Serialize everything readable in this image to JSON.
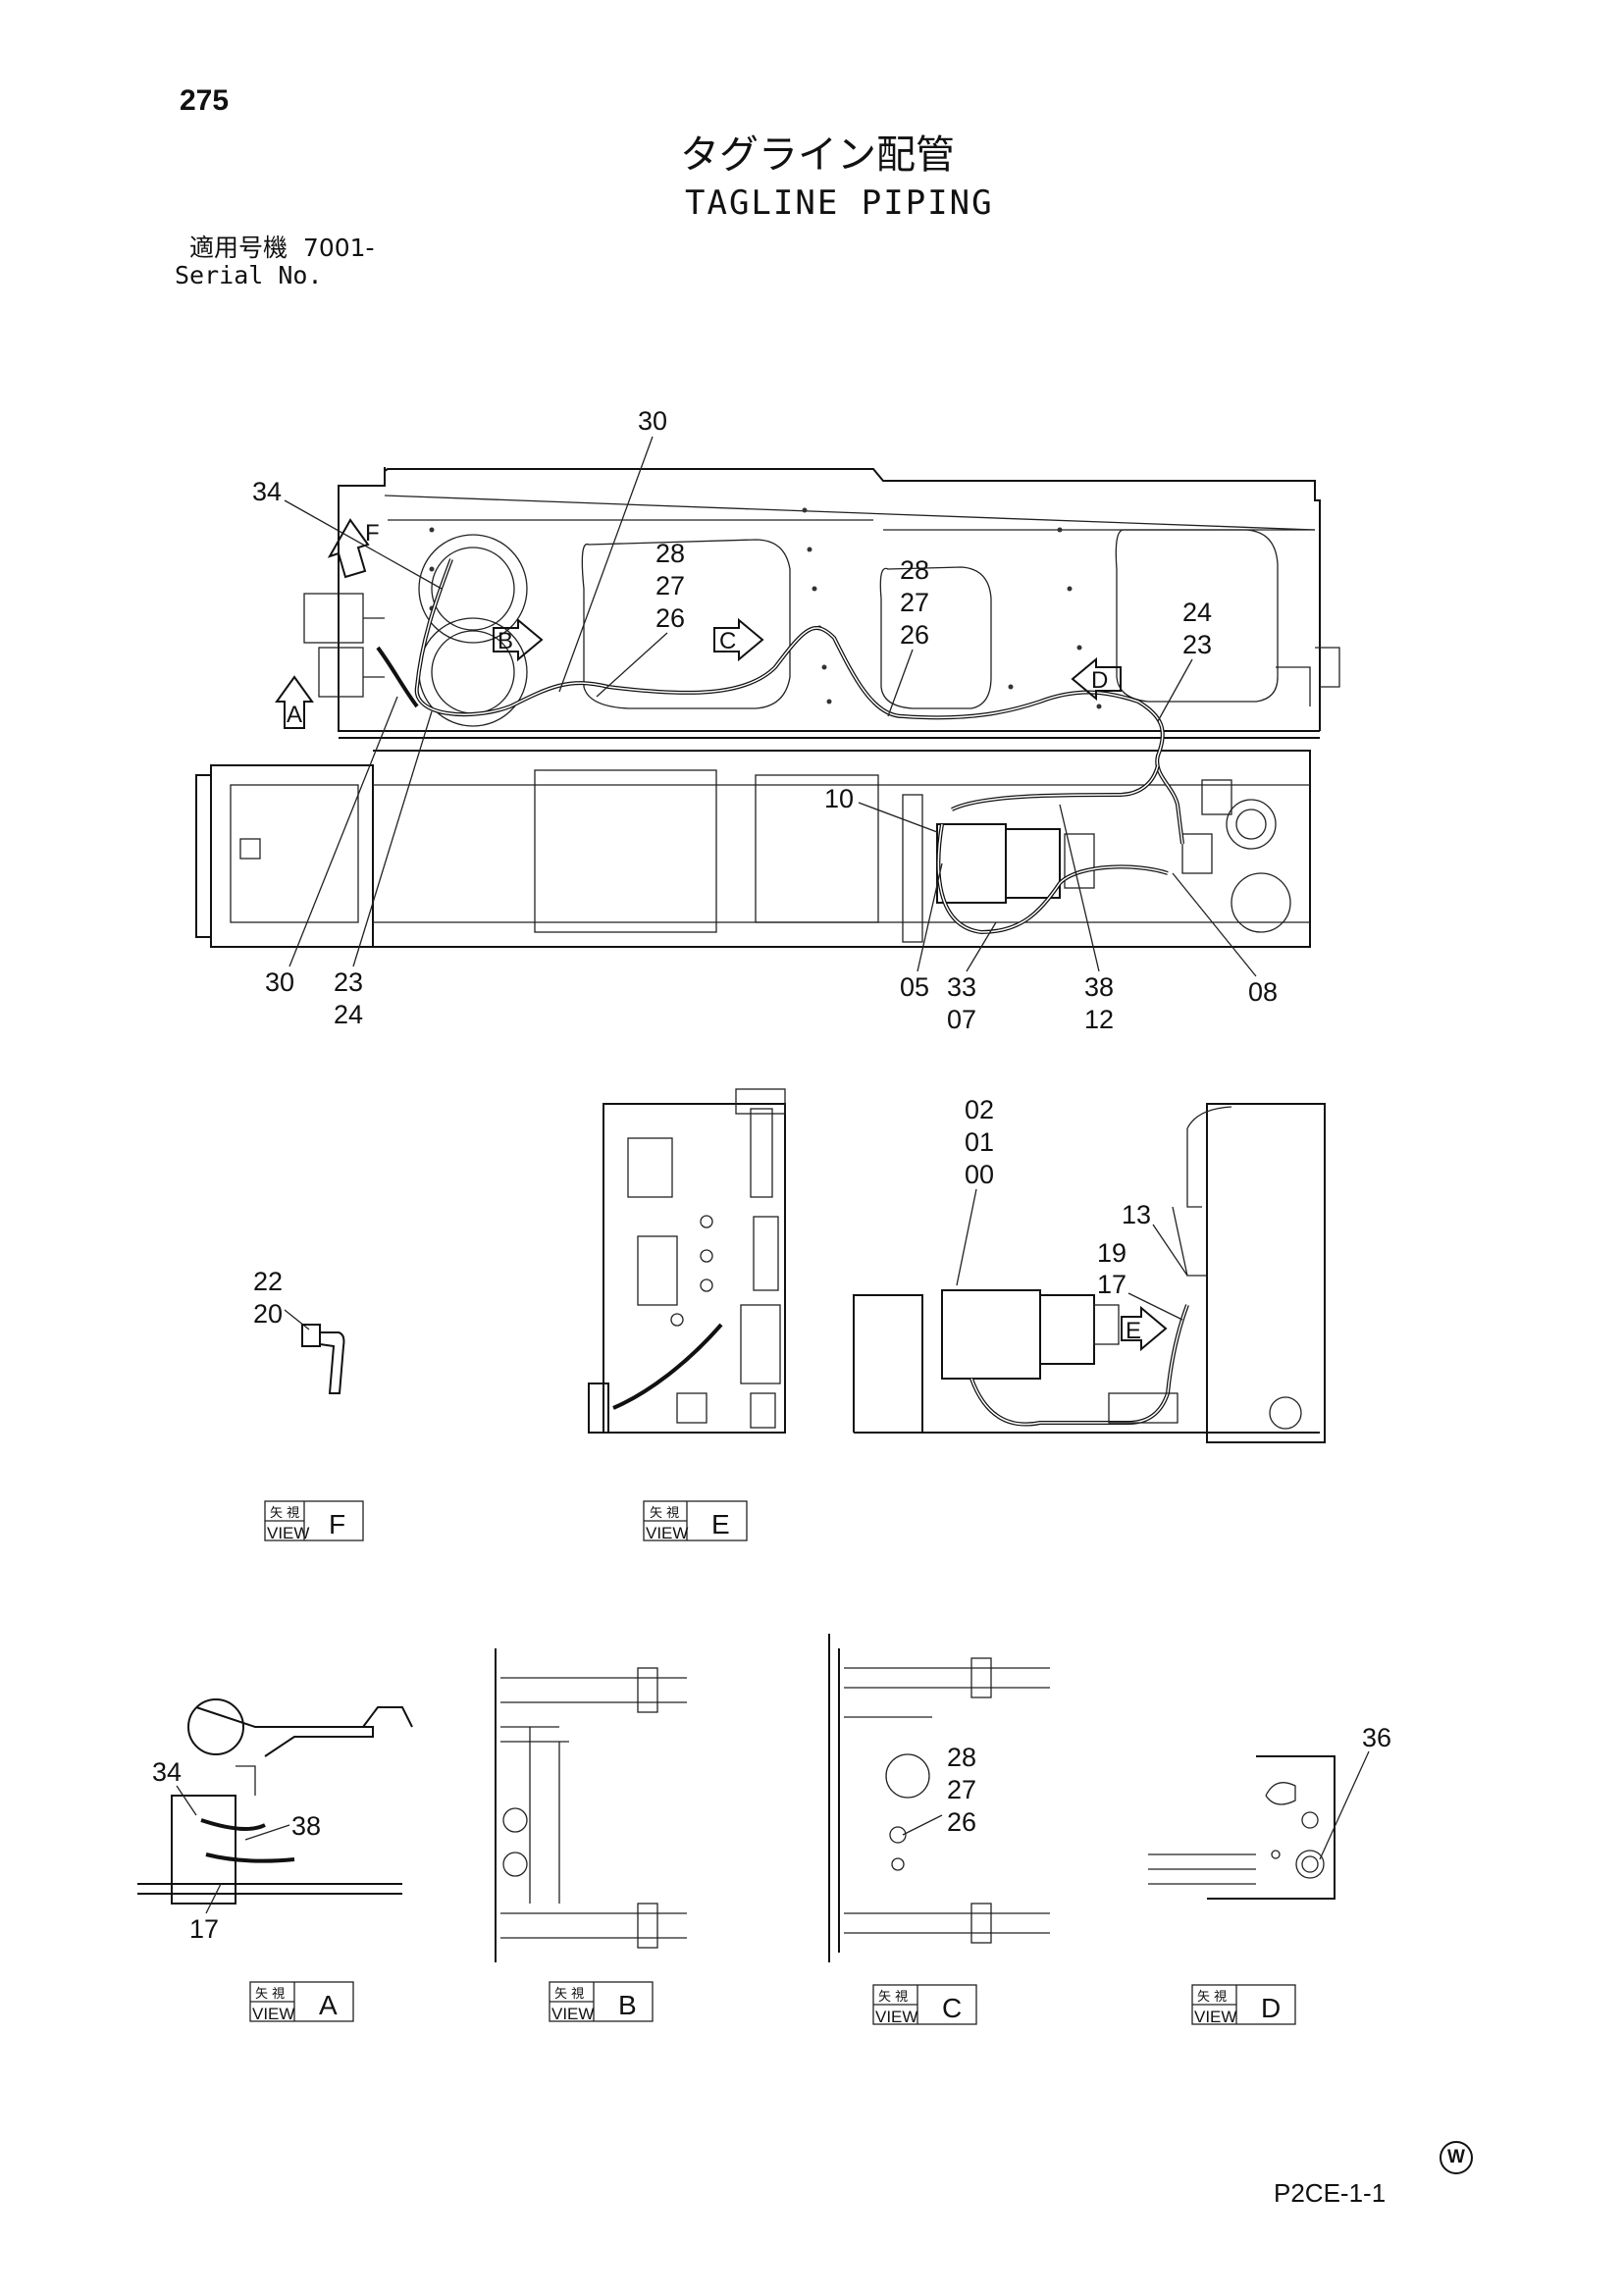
{
  "page_number": "275",
  "title_jp": "タグライン配管",
  "title_en": "TAGLINE PIPING",
  "serial": {
    "label_jp": "適用号機",
    "value": "7001-",
    "label_en": "Serial No."
  },
  "doc_code": "P2CE-1-1",
  "mark": "W",
  "main_view": {
    "direction_arrows": [
      "A",
      "B",
      "C",
      "D",
      "F"
    ],
    "callouts": [
      {
        "lines": [
          "30"
        ]
      },
      {
        "lines": [
          "34"
        ]
      },
      {
        "lines": [
          "28",
          "27",
          "26"
        ]
      },
      {
        "lines": [
          "28",
          "27",
          "26"
        ]
      },
      {
        "lines": [
          "24",
          "23"
        ]
      },
      {
        "lines": [
          "10"
        ]
      },
      {
        "lines": [
          "30"
        ]
      },
      {
        "lines": [
          "23",
          "24"
        ]
      },
      {
        "lines": [
          "05"
        ]
      },
      {
        "lines": [
          "33",
          "07"
        ]
      },
      {
        "lines": [
          "38",
          "12"
        ]
      },
      {
        "lines": [
          "08"
        ]
      }
    ]
  },
  "view_e_side": {
    "direction_arrows": [
      "E"
    ],
    "callouts": [
      {
        "lines": [
          "02",
          "01",
          "00"
        ]
      },
      {
        "lines": [
          "13"
        ]
      },
      {
        "lines": [
          "19",
          "17"
        ]
      }
    ]
  },
  "views": [
    {
      "id": "F",
      "jp": "矢 視",
      "en": "VIEW",
      "letter": "F",
      "callouts": [
        {
          "lines": [
            "22",
            "20"
          ]
        }
      ]
    },
    {
      "id": "E",
      "jp": "矢 視",
      "en": "VIEW",
      "letter": "E",
      "callouts": []
    },
    {
      "id": "A",
      "jp": "矢 視",
      "en": "VIEW",
      "letter": "A",
      "callouts": [
        {
          "lines": [
            "34"
          ]
        },
        {
          "lines": [
            "38"
          ]
        },
        {
          "lines": [
            "17"
          ]
        }
      ]
    },
    {
      "id": "B",
      "jp": "矢 視",
      "en": "VIEW",
      "letter": "B",
      "callouts": []
    },
    {
      "id": "C",
      "jp": "矢 視",
      "en": "VIEW",
      "letter": "C",
      "callouts": [
        {
          "lines": [
            "28",
            "27",
            "26"
          ]
        }
      ]
    },
    {
      "id": "D",
      "jp": "矢 視",
      "en": "VIEW",
      "letter": "D",
      "callouts": [
        {
          "lines": [
            "36"
          ]
        }
      ]
    }
  ]
}
